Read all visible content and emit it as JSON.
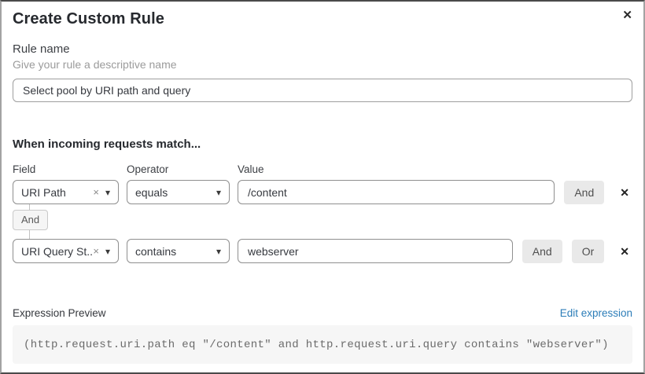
{
  "dialog": {
    "title": "Create Custom Rule"
  },
  "icons": {
    "close": "✕",
    "clear": "×",
    "caret": "▾",
    "remove": "✕"
  },
  "rule_name": {
    "label": "Rule name",
    "helper": "Give your rule a descriptive name",
    "value": "Select pool by URI path and query"
  },
  "match": {
    "heading": "When incoming requests match...",
    "columns": {
      "field": "Field",
      "operator": "Operator",
      "value": "Value"
    },
    "rows": [
      {
        "field": "URI Path",
        "operator": "equals",
        "value": "/content",
        "and_label": "And"
      },
      {
        "field": "URI Query St...",
        "operator": "contains",
        "value": "webserver",
        "and_label": "And",
        "or_label": "Or"
      }
    ],
    "joiner": "And"
  },
  "expression": {
    "label": "Expression Preview",
    "edit_link": "Edit expression",
    "code": "(http.request.uri.path eq \"/content\" and http.request.uri.query contains \"webserver\")"
  },
  "colors": {
    "link_blue": "#2c7db8",
    "button_gray": "#e9e9e9"
  }
}
